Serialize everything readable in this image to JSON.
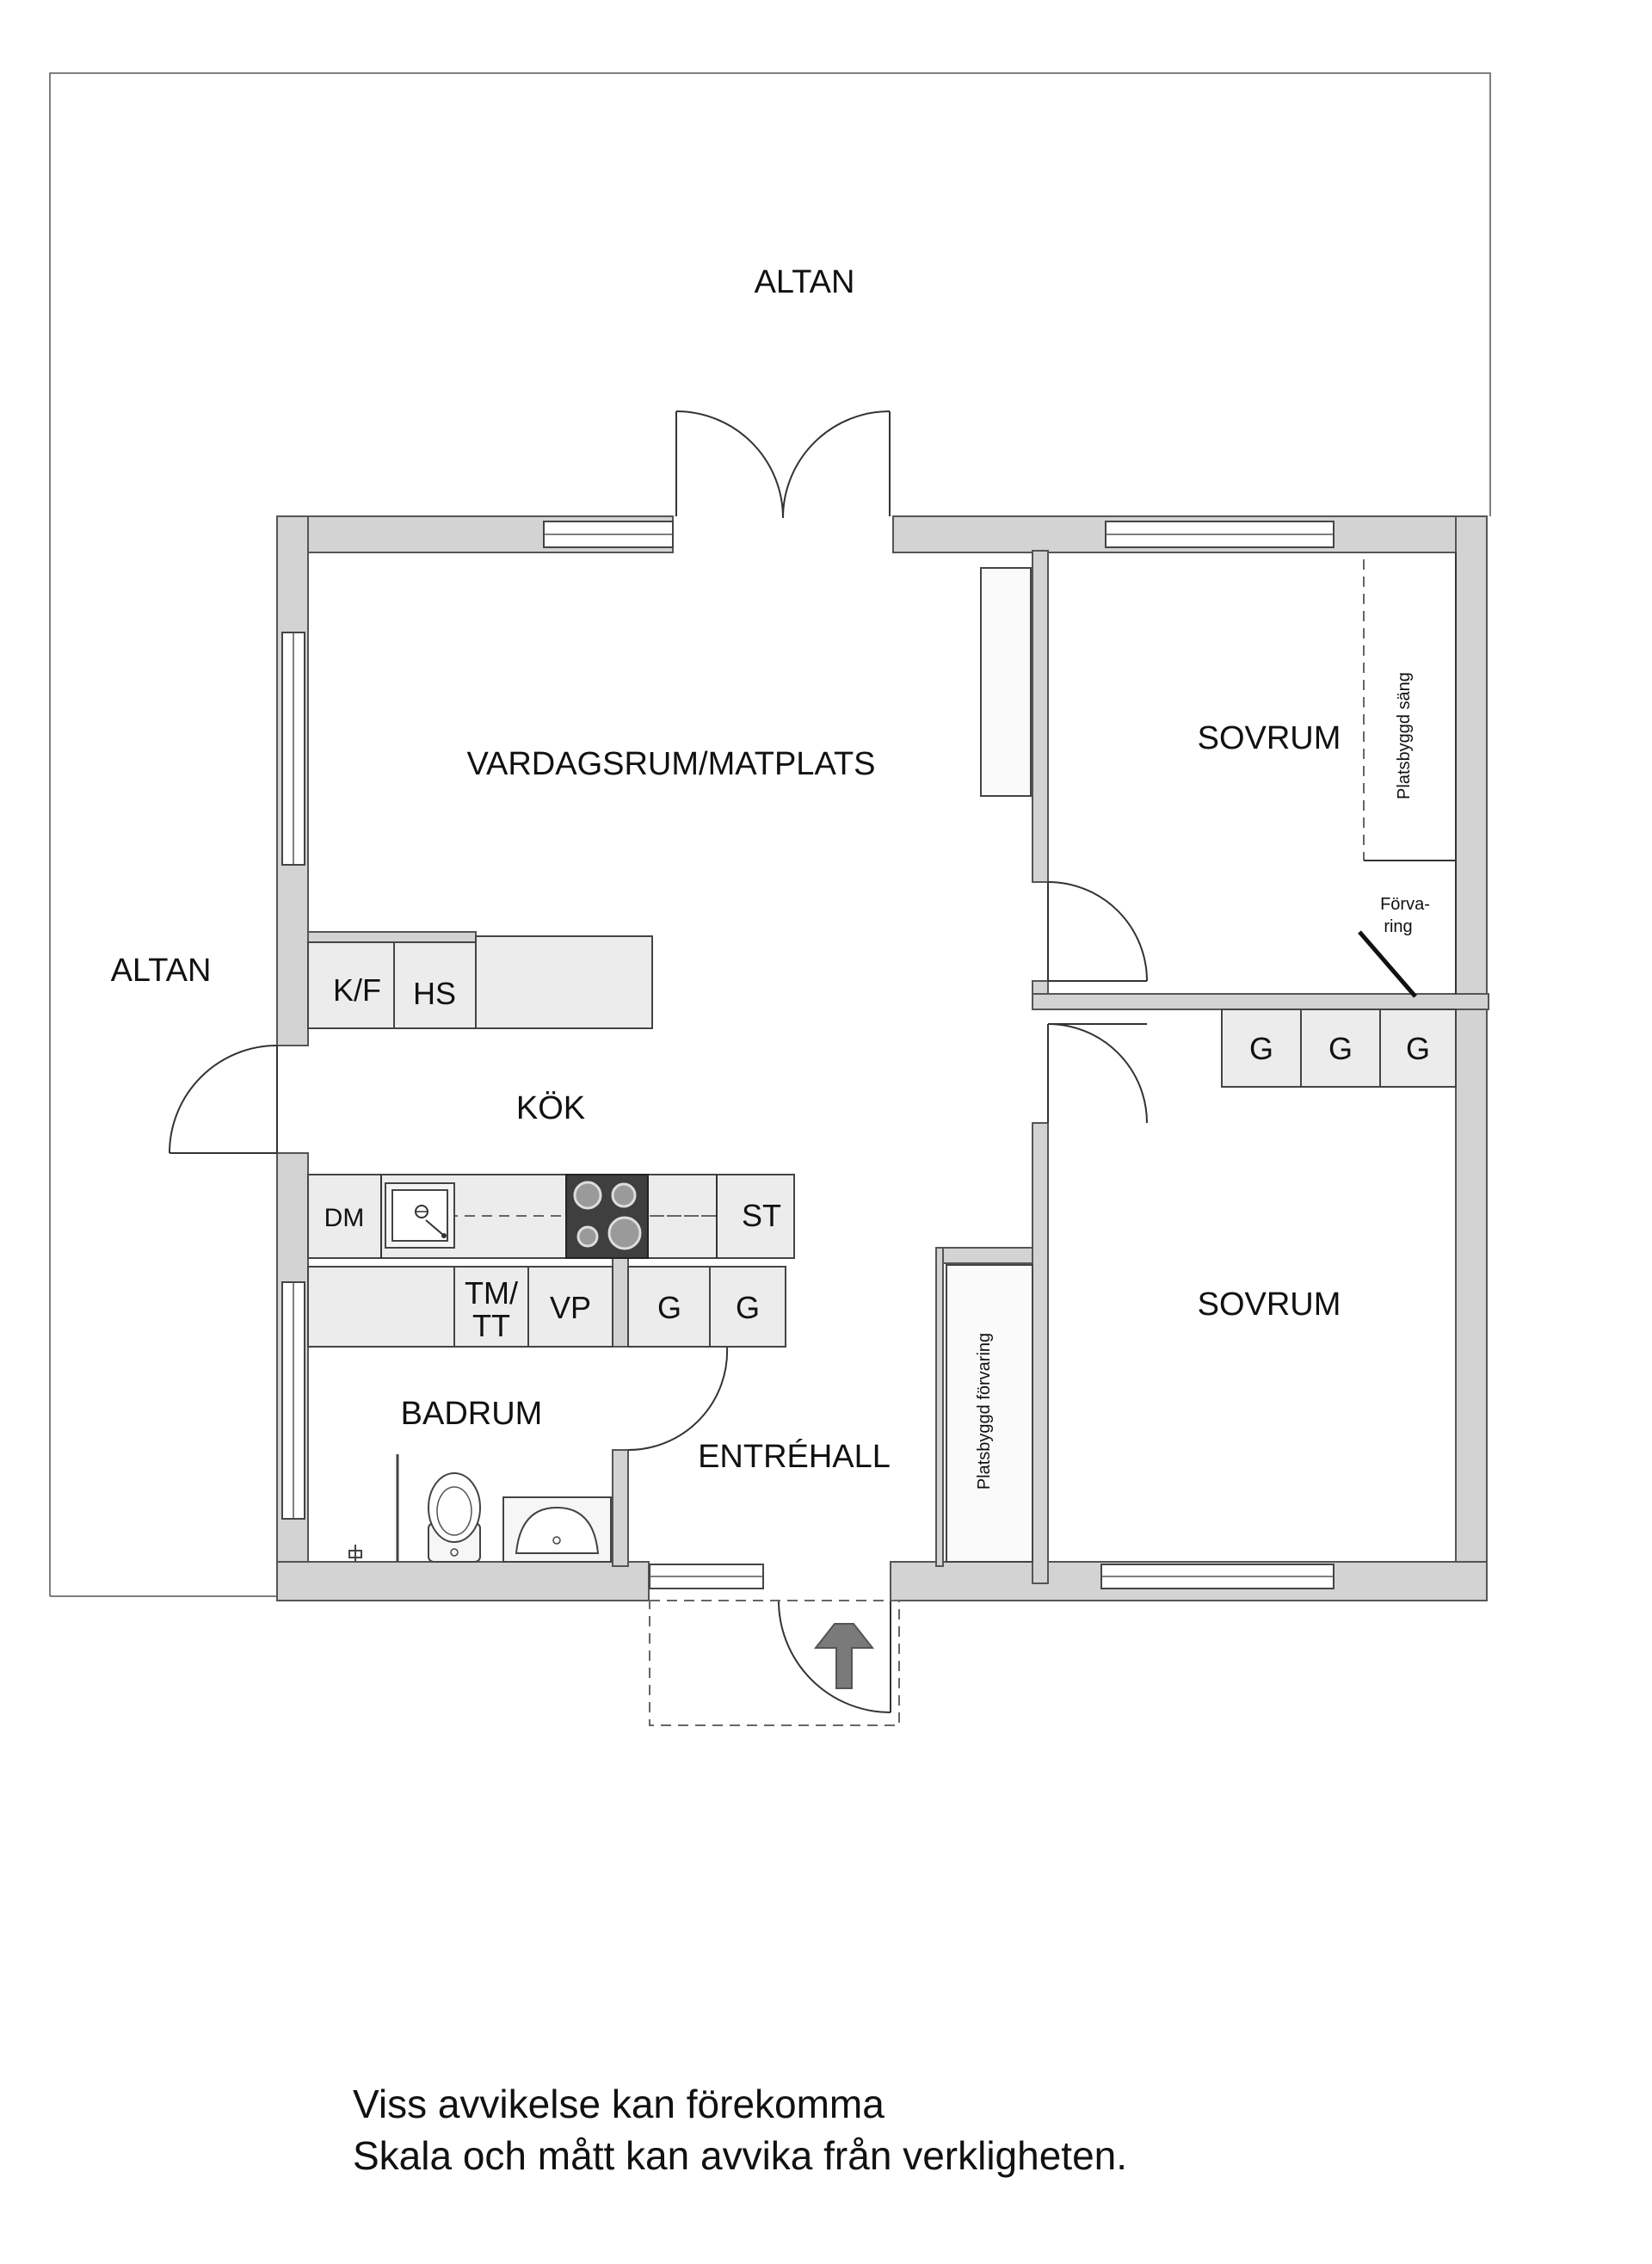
{
  "rooms": {
    "altan_top": "ALTAN",
    "altan_left": "ALTAN",
    "vardagsrum": "VARDAGSRUM/MATPLATS",
    "kok": "KÖK",
    "sovrum_top": "SOVRUM",
    "sovrum_bottom": "SOVRUM",
    "badrum": "BADRUM",
    "entrehall": "ENTRÉHALL"
  },
  "fixtures": {
    "kf": "K/F",
    "hs": "HS",
    "dm": "DM",
    "st": "ST",
    "tm": "TM/",
    "tt": "TT",
    "vp": "VP",
    "g": "G",
    "platsbyggd_sang": "Platsbyggd säng",
    "forvaring_1": "Förva-",
    "forvaring_2": "ring",
    "platsbyggd_forvaring": "Platsbyggd förvaring"
  },
  "disclaimer": {
    "line1": "Viss avvikelse kan förekomma",
    "line2": "Skala och mått kan avvika från verkligheten."
  }
}
